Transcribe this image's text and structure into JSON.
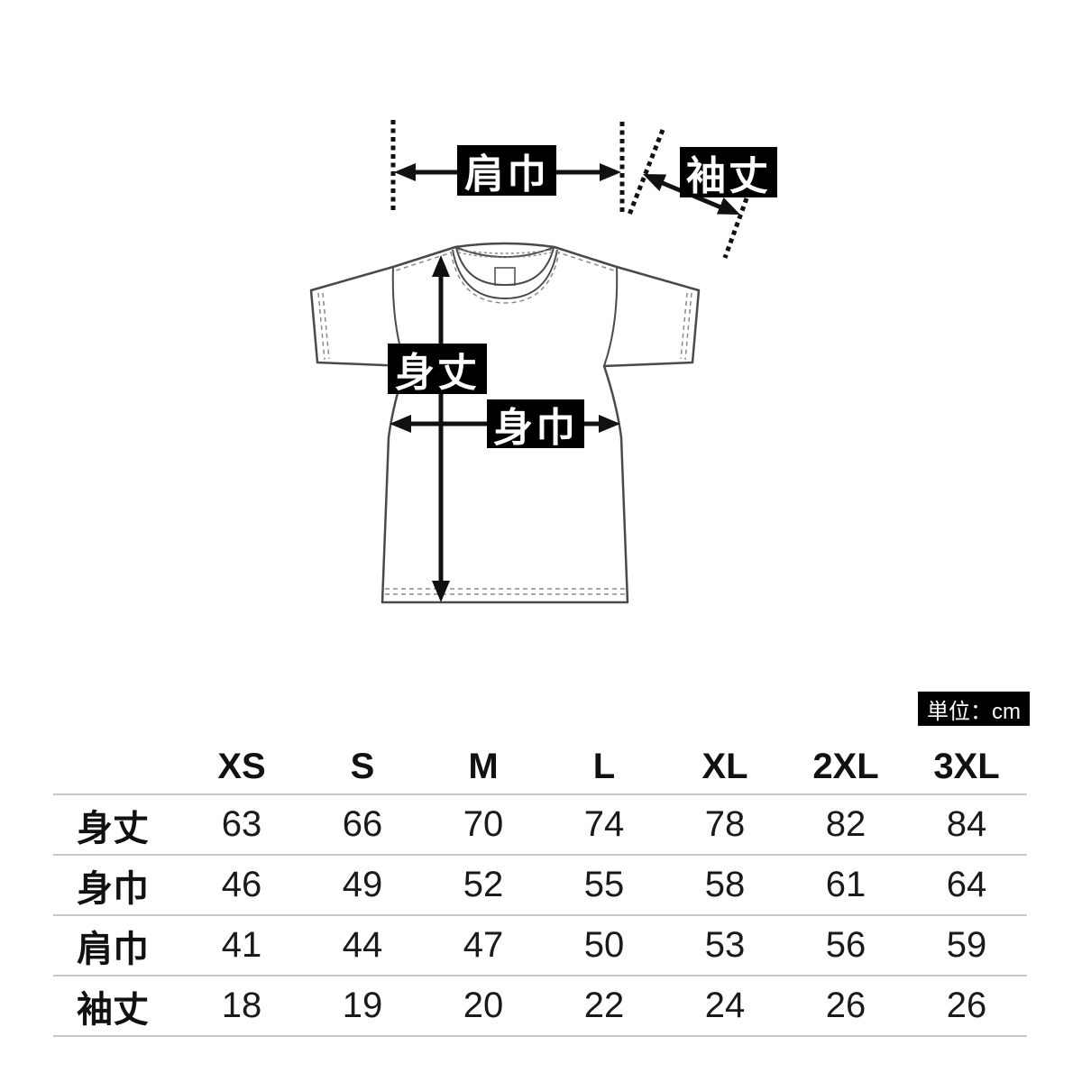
{
  "diagram": {
    "labels": {
      "shoulder_width": "肩巾",
      "sleeve_length": "袖丈",
      "body_length": "身丈",
      "body_width": "身巾"
    }
  },
  "unit_badge": "単位：cm",
  "table": {
    "columns": [
      "XS",
      "S",
      "M",
      "L",
      "XL",
      "2XL",
      "3XL"
    ],
    "rows": [
      {
        "label": "身丈",
        "values": [
          "63",
          "66",
          "70",
          "74",
          "78",
          "82",
          "84"
        ]
      },
      {
        "label": "身巾",
        "values": [
          "46",
          "49",
          "52",
          "55",
          "58",
          "61",
          "64"
        ]
      },
      {
        "label": "肩巾",
        "values": [
          "41",
          "44",
          "47",
          "50",
          "53",
          "56",
          "59"
        ]
      },
      {
        "label": "袖丈",
        "values": [
          "18",
          "19",
          "20",
          "22",
          "24",
          "26",
          "26"
        ]
      }
    ]
  },
  "colors": {
    "label_bg": "#000000",
    "label_text": "#ffffff",
    "outline": "#4a4a4a",
    "separator": "#c9c9c9",
    "arrow": "#111111"
  }
}
